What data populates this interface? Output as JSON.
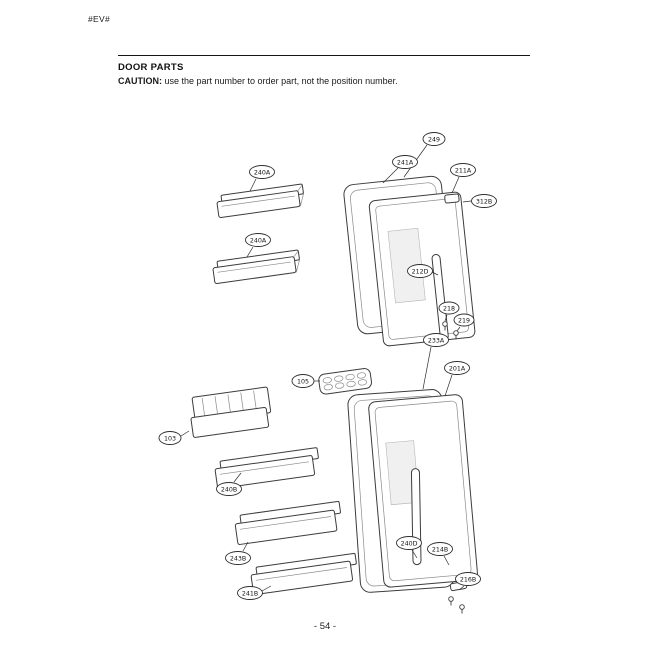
{
  "colors": {
    "ink": "#1c1c1c",
    "line_art": "#3c3c3c"
  },
  "page": {
    "corner_mark": "#EV#",
    "page_number": "- 54 -"
  },
  "header": {
    "title": "DOOR PARTS",
    "caution_label": "CAUTION:",
    "caution_text": " use the part number to order part, not the position number."
  },
  "diagram": {
    "callouts": {
      "freezer_shelf_upper": "240A",
      "freezer_shelf_lower": "240A",
      "freezer_door_top": "249",
      "freezer_gasket": "241A",
      "freezer_door": "211A",
      "freezer_cap": "312B",
      "freezer_handle": "212D",
      "freezer_screw_a": "218",
      "freezer_screw_b": "219",
      "fridge_gasket": "233A",
      "fridge_door": "201A",
      "ice_tray": "105",
      "fridge_shelf": "103",
      "fridge_basket_upper": "240B",
      "fridge_basket_middle": "243B",
      "fridge_basket_lower": "241B",
      "fridge_cap": "240D",
      "fridge_hinge": "214B",
      "fridge_stopper": "216B"
    }
  }
}
